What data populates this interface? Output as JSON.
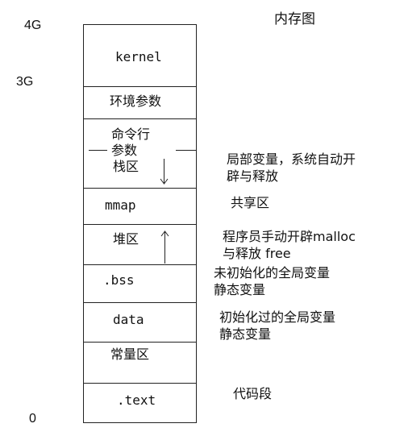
{
  "title": "内存图",
  "addresses": {
    "top": "4G",
    "kernel_boundary": "3G",
    "bottom": "0"
  },
  "segments": {
    "kernel": "kernel",
    "env": "环境参数",
    "cmdline_1": "命令行",
    "cmdline_2": "参数",
    "stack": "栈区",
    "mmap": "mmap",
    "heap": "堆区",
    "bss": ".bss",
    "data": "data",
    "const": "常量区",
    "text": ".text"
  },
  "notes": {
    "stack_1": "局部变量，系统自动开",
    "stack_2": "辟与释放",
    "mmap": "共享区",
    "heap_1": "程序员手动开辟malloc",
    "heap_2": "与释放 free",
    "bss_1": "未初始化的全局变量",
    "bss_2": "静态变量",
    "data_1": "初始化过的全局变量",
    "data_2": "静态变量",
    "text": "代码段"
  }
}
